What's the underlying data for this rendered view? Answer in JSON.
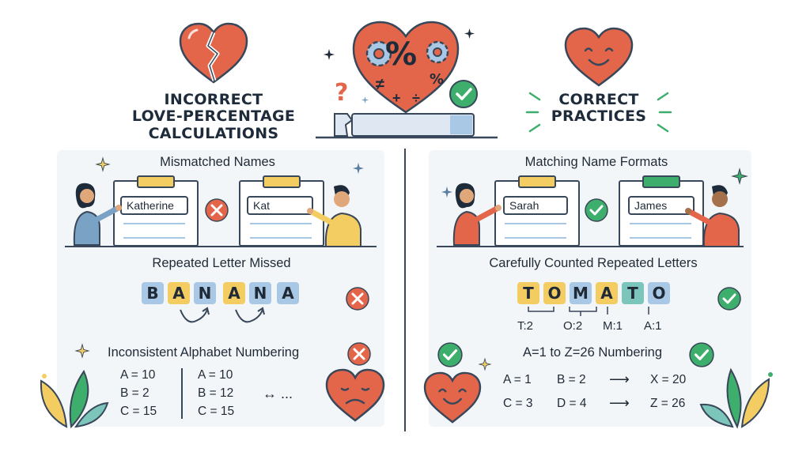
{
  "left_heading": [
    "INCORRECT",
    "LOVE-PERCENTAGE",
    "CALCULATIONS"
  ],
  "right_heading": [
    "CORRECT",
    "PRACTICES"
  ],
  "center_symbols": {
    "percent": "%",
    "not_equal": "≠",
    "plus": "+",
    "divide": "÷",
    "percent_small": "%",
    "question": "?"
  },
  "incorrect": {
    "names_title": "Mismatched Names",
    "name_a": "Katherine",
    "name_b": "Kat",
    "repeat_title": "Repeated Letter Missed",
    "word_letters": [
      "B",
      "A",
      "N",
      "A",
      "N",
      "A"
    ],
    "numbering_title": "Inconsistent Alphabet Numbering",
    "col1": [
      "A = 10",
      "B = 2",
      "C = 15"
    ],
    "col2": [
      "A = 10",
      "B = 12",
      "C = 15"
    ],
    "arrow": "↔ ..."
  },
  "correct": {
    "names_title": "Matching Name Formats",
    "name_a": "Sarah",
    "name_b": "James",
    "repeat_title": "Carefully Counted Repeated Letters",
    "word_letters": [
      "T",
      "O",
      "M",
      "A",
      "T",
      "O"
    ],
    "counts": [
      "T:2",
      "O:2",
      "M:1",
      "A:1"
    ],
    "numbering_title": "A=1 to Z=26 Numbering",
    "row1": {
      "a": "A = 1",
      "b": "B = 2",
      "arrow": "⟶",
      "c": "X = 20"
    },
    "row2": {
      "a": "C = 3",
      "b": "D = 4",
      "arrow": "⟶",
      "c": "Z = 26"
    }
  },
  "colors": {
    "red": "#e4664a",
    "green": "#3eae6c",
    "navy": "#1e2b3a",
    "yellow": "#f3cd62",
    "blue": "#a9c8e6",
    "teal": "#7cc5bb",
    "panel": "#f3f6f9"
  },
  "icons": [
    "broken-heart-icon",
    "heart-gears-icon",
    "smiling-heart-icon",
    "check-circle-icon",
    "x-circle-icon",
    "sad-heart-icon",
    "sparkle-icon",
    "leaf-plant-icon",
    "clipboard-icon",
    "person-pointing-icon"
  ]
}
